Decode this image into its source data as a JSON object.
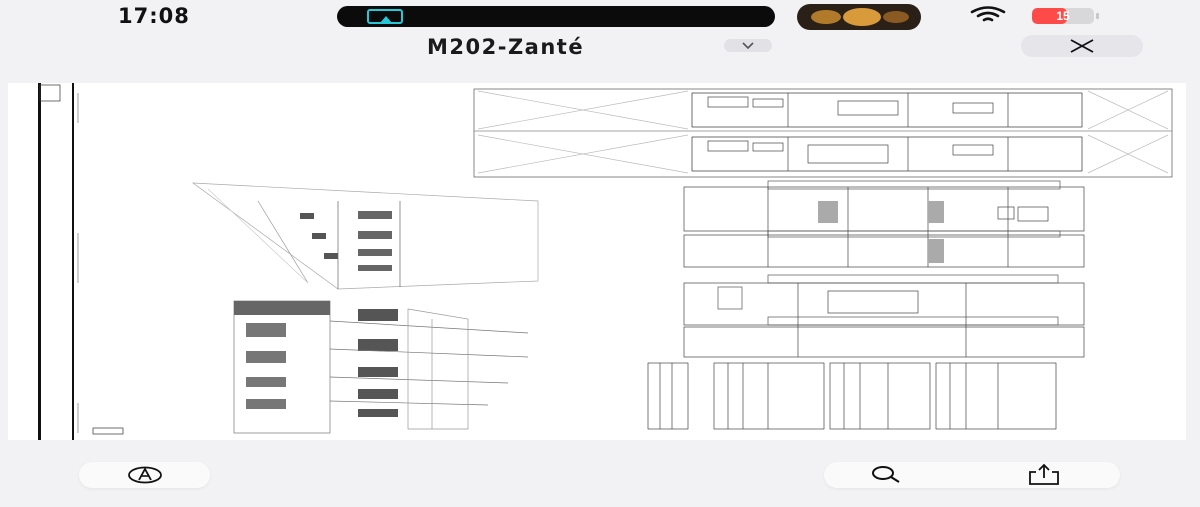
{
  "status_bar": {
    "time": "17:08",
    "battery_level": "15",
    "battery_fraction": 0.15,
    "accent_color": "#27c7d8",
    "battery_color": "#ff4a4a"
  },
  "header": {
    "document_title": "M202-Zanté",
    "icons": [
      "chevron-down-icon",
      "close-icon"
    ]
  },
  "toolbar": {
    "icons": [
      "markup-icon",
      "search-icon",
      "share-icon"
    ]
  }
}
